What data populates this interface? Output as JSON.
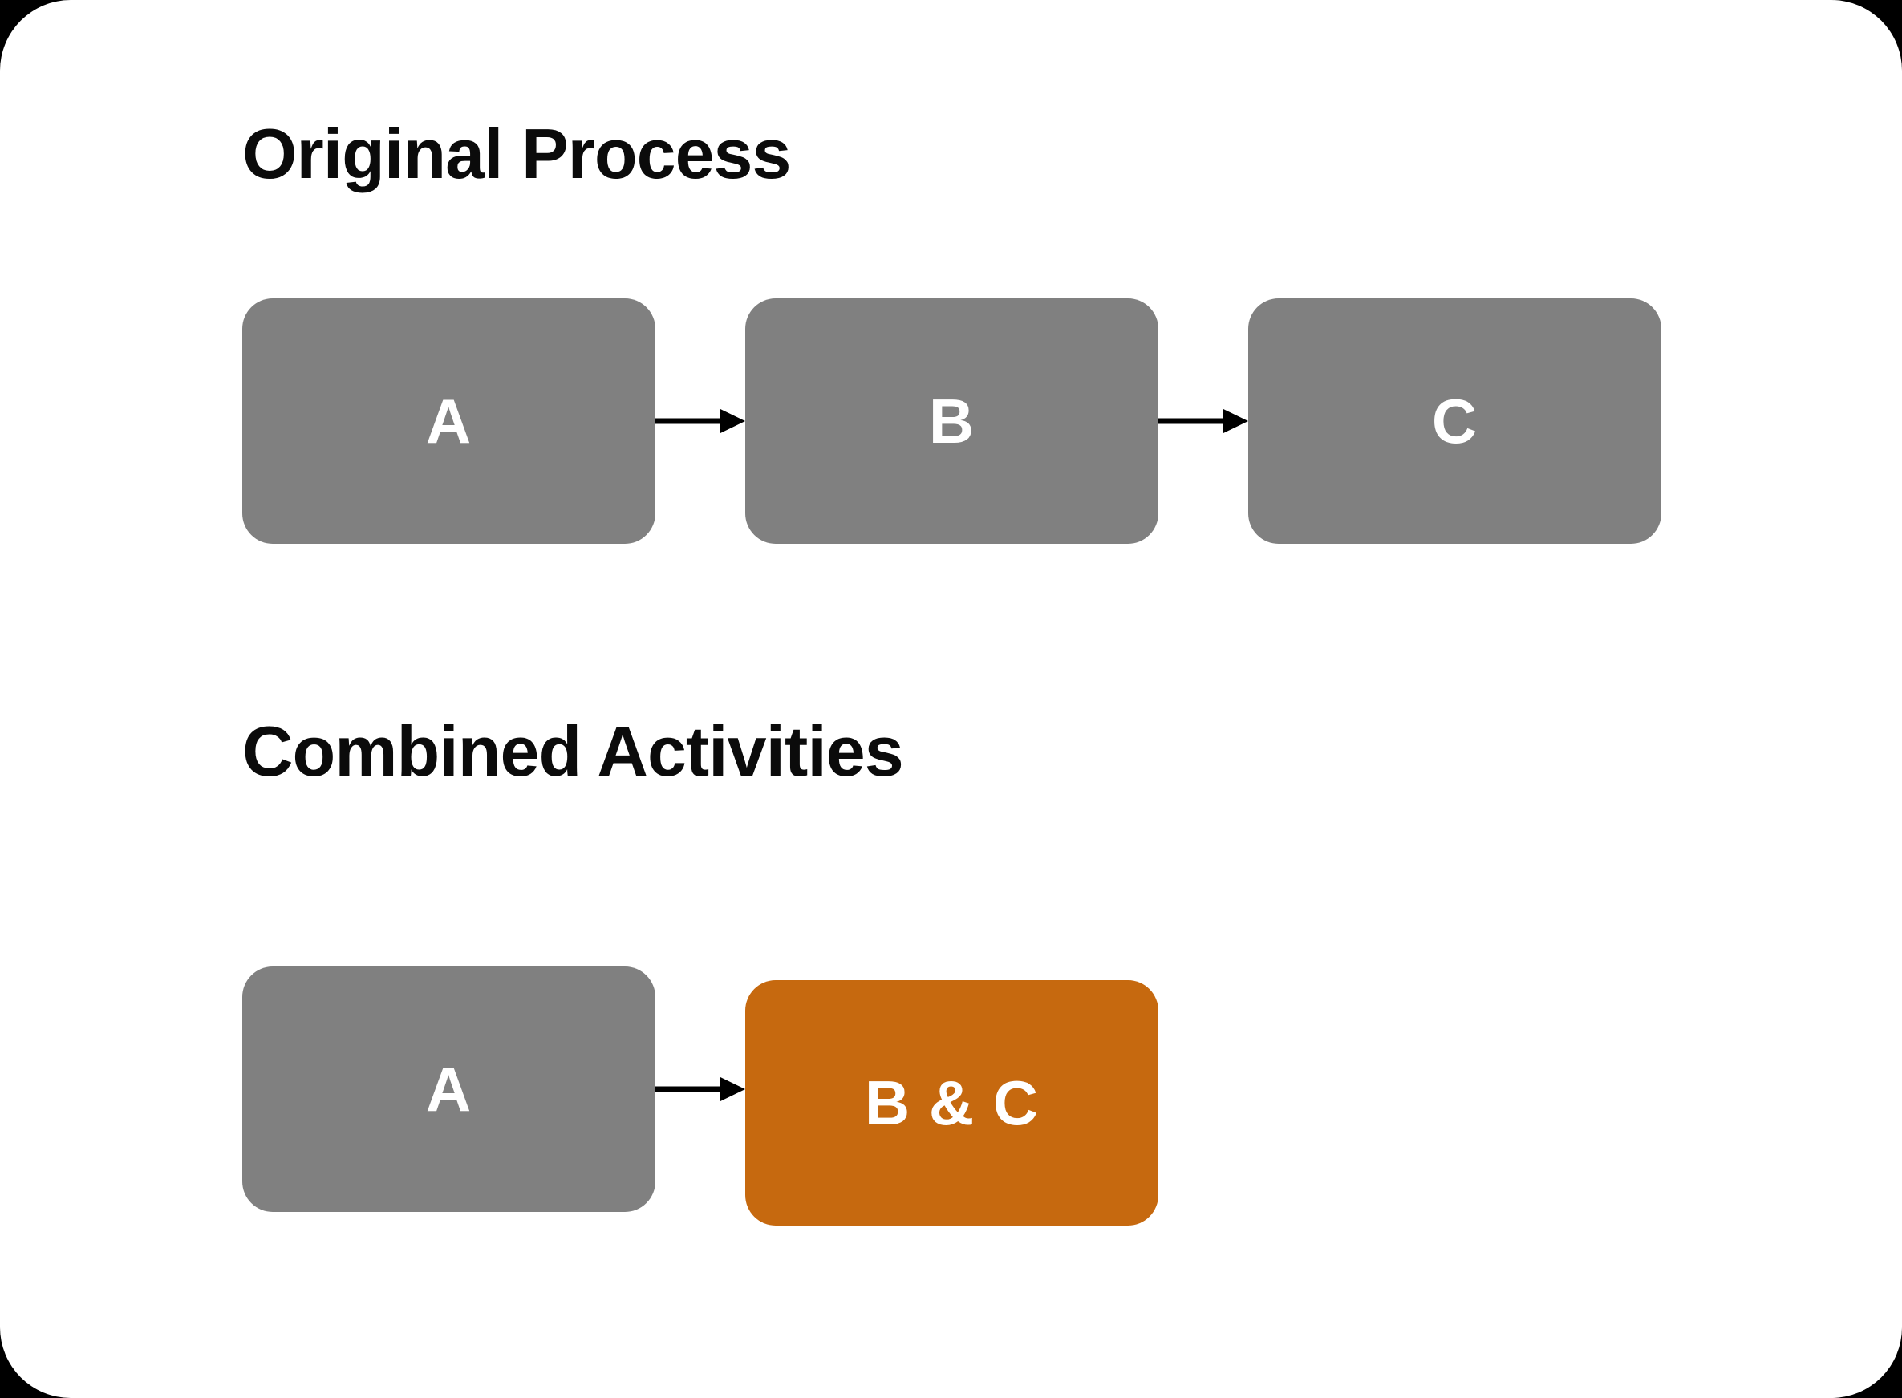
{
  "page": {
    "background_color": "#000000",
    "card_color": "#ffffff"
  },
  "sections": [
    {
      "title": "Original Process",
      "nodes": [
        {
          "label": "A",
          "color": "#808080"
        },
        {
          "label": "B",
          "color": "#808080"
        },
        {
          "label": "C",
          "color": "#808080"
        }
      ]
    },
    {
      "title": "Combined Activities",
      "nodes": [
        {
          "label": "A",
          "color": "#808080"
        },
        {
          "label": "B & C",
          "color": "#c6690f"
        }
      ]
    }
  ],
  "diagram": {
    "title_color": "#0b0b0b",
    "node_text_color": "#ffffff",
    "arrow_color": "#000000"
  }
}
